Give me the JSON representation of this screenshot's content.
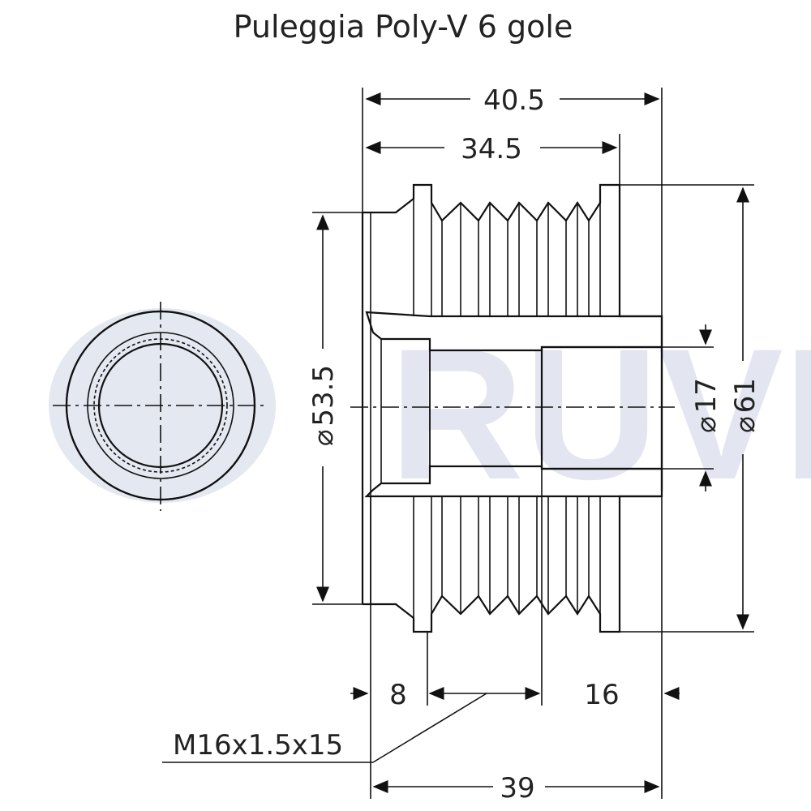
{
  "title": "Puleggia Poly-V 6 gole",
  "dimensions": {
    "overall_length_top": "40.5",
    "groove_length_top": "34.5",
    "width_bottom": "39",
    "left_offset": "8",
    "right_offset": "16",
    "diameter_hub": "53.5",
    "diameter_bore": "17",
    "diameter_outer": "61",
    "thread_callout": "M16x1.5x15"
  },
  "diameter_symbol": "⌀",
  "watermark_text": "RUVILLE",
  "colors": {
    "line": "#111111",
    "watermark": "#1f3e8c"
  }
}
